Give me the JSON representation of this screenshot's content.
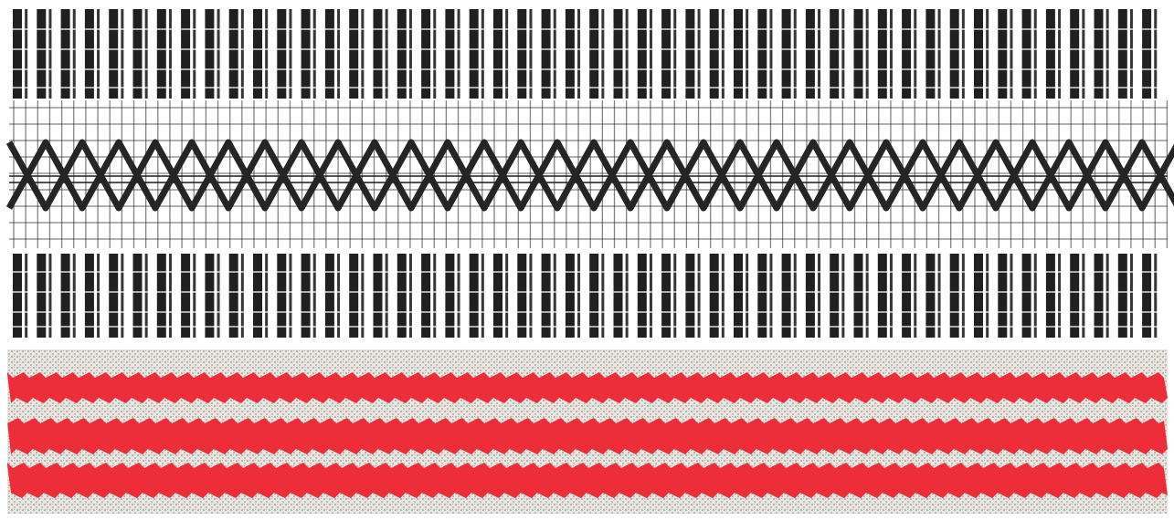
{
  "image": {
    "subject": "embroidery-chart-with-stitched-sample",
    "colors": {
      "background": "#ffffff",
      "chart_ink": "#212121",
      "fabric_base": "#e9e6e1",
      "fabric_weave": "#8d8a86",
      "thread_accent": "#ee2d3b"
    },
    "chart": {
      "top_bar_band": "vertical-satin-bars",
      "middle_band": "interlaced-diamond-chain",
      "bottom_bar_band": "vertical-satin-bars"
    },
    "sample": {
      "stripe_count": 3,
      "stitch": "red-running-stitch-stripes"
    }
  }
}
